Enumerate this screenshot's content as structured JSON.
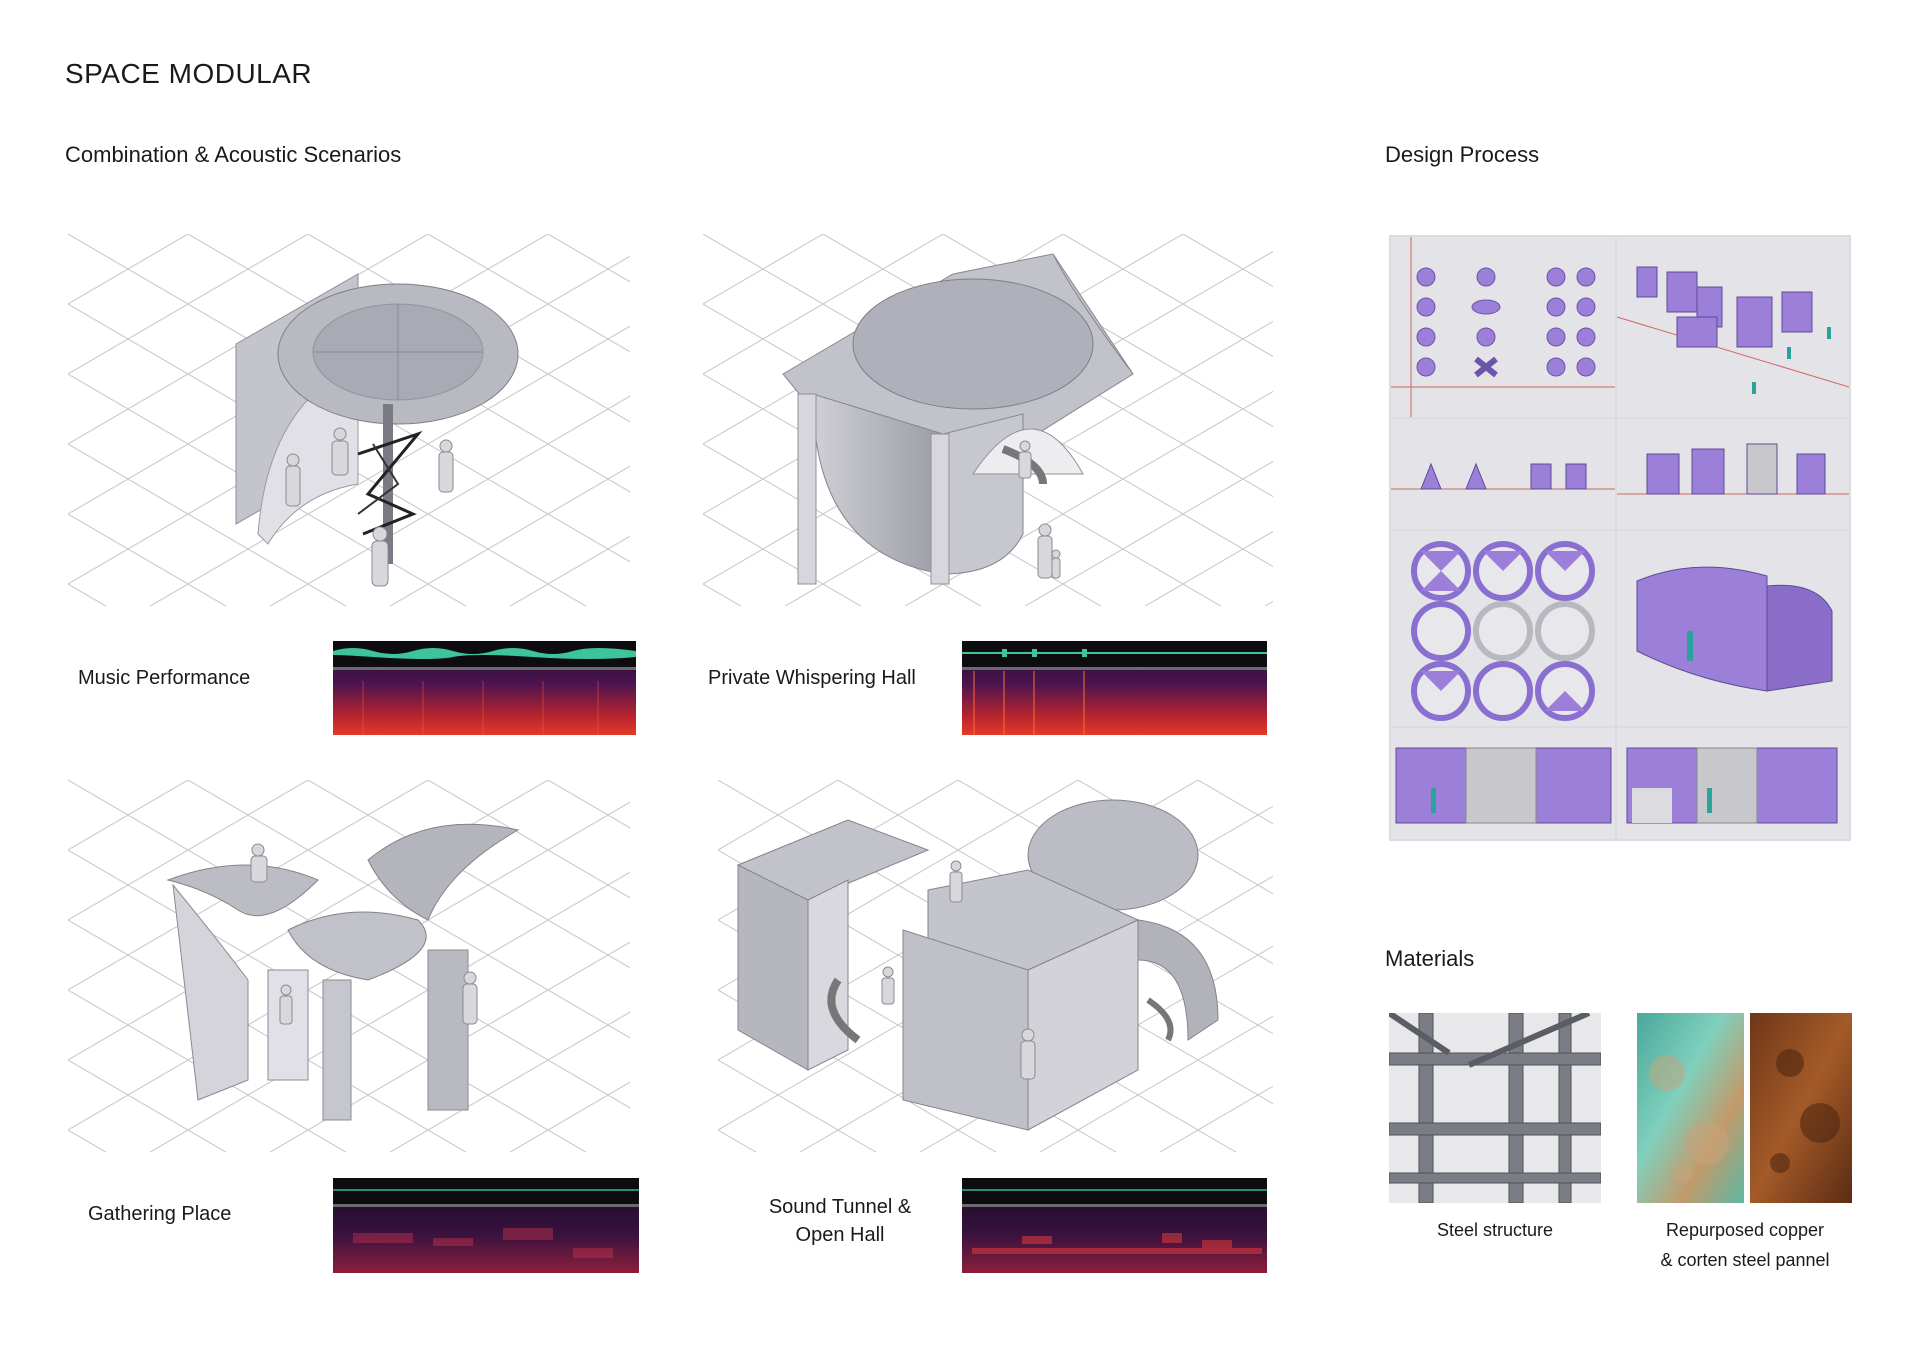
{
  "page": {
    "title": "SPACE MODULAR"
  },
  "sections": {
    "scenarios_title": "Combination & Acoustic Scenarios",
    "process_title": "Design Process",
    "materials_title": "Materials"
  },
  "scenarios": [
    {
      "label": "Music Performance"
    },
    {
      "label": "Private Whispering Hall"
    },
    {
      "label": "Gathering Place"
    },
    {
      "label_line1": "Sound Tunnel &",
      "label_line2": "Open Hall"
    }
  ],
  "materials": {
    "steel_caption": "Steel structure",
    "copper_caption_line1": "Repurposed copper",
    "copper_caption_line2": "& corten steel pannel"
  },
  "colors": {
    "module_grey": "#b7b7c0",
    "process_purple": "#9b7fd8",
    "spectro_red": "#d4302a",
    "waveform_green": "#3ec49a",
    "copper_patina": "#5fb9a6",
    "corten": "#8a4a22"
  }
}
